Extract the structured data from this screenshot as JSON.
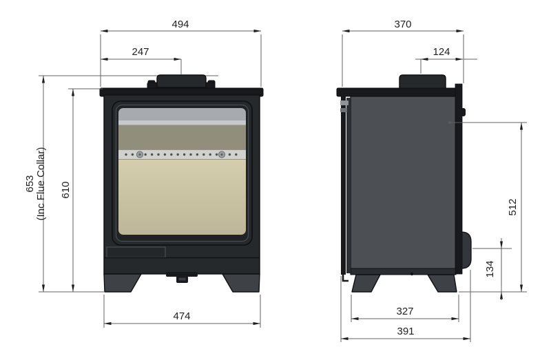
{
  "colors": {
    "background": "#ffffff",
    "stove_black": "#26292c",
    "stove_black_deep": "#17191c",
    "stove_outline": "#0d0f11",
    "side_body_grey": "#4c5054",
    "leg_grey": "#3e4246",
    "glass_top_band": "#a7abaf",
    "glass_light_strip": "#c6c8c9",
    "glass_olive_band": "#918e7c",
    "airwash_bar": "#d1d2ce",
    "firebrick_light": "#d4ceae",
    "firebrick_dark": "#bdb698",
    "dim_line": "#606060",
    "dim_text": "#1f1f1f"
  },
  "front_view": {
    "dims": {
      "top_width": "494",
      "flue_center_offset": "247",
      "overall_height": "653",
      "overall_height_note": "(Inc Flue Collar)",
      "body_height": "610",
      "base_width": "474"
    }
  },
  "side_view": {
    "dims": {
      "top_depth": "370",
      "flue_center_offset": "124",
      "rear_height": "512",
      "rear_outlet_height": "134",
      "base_depth": "327",
      "overall_depth": "391"
    }
  }
}
